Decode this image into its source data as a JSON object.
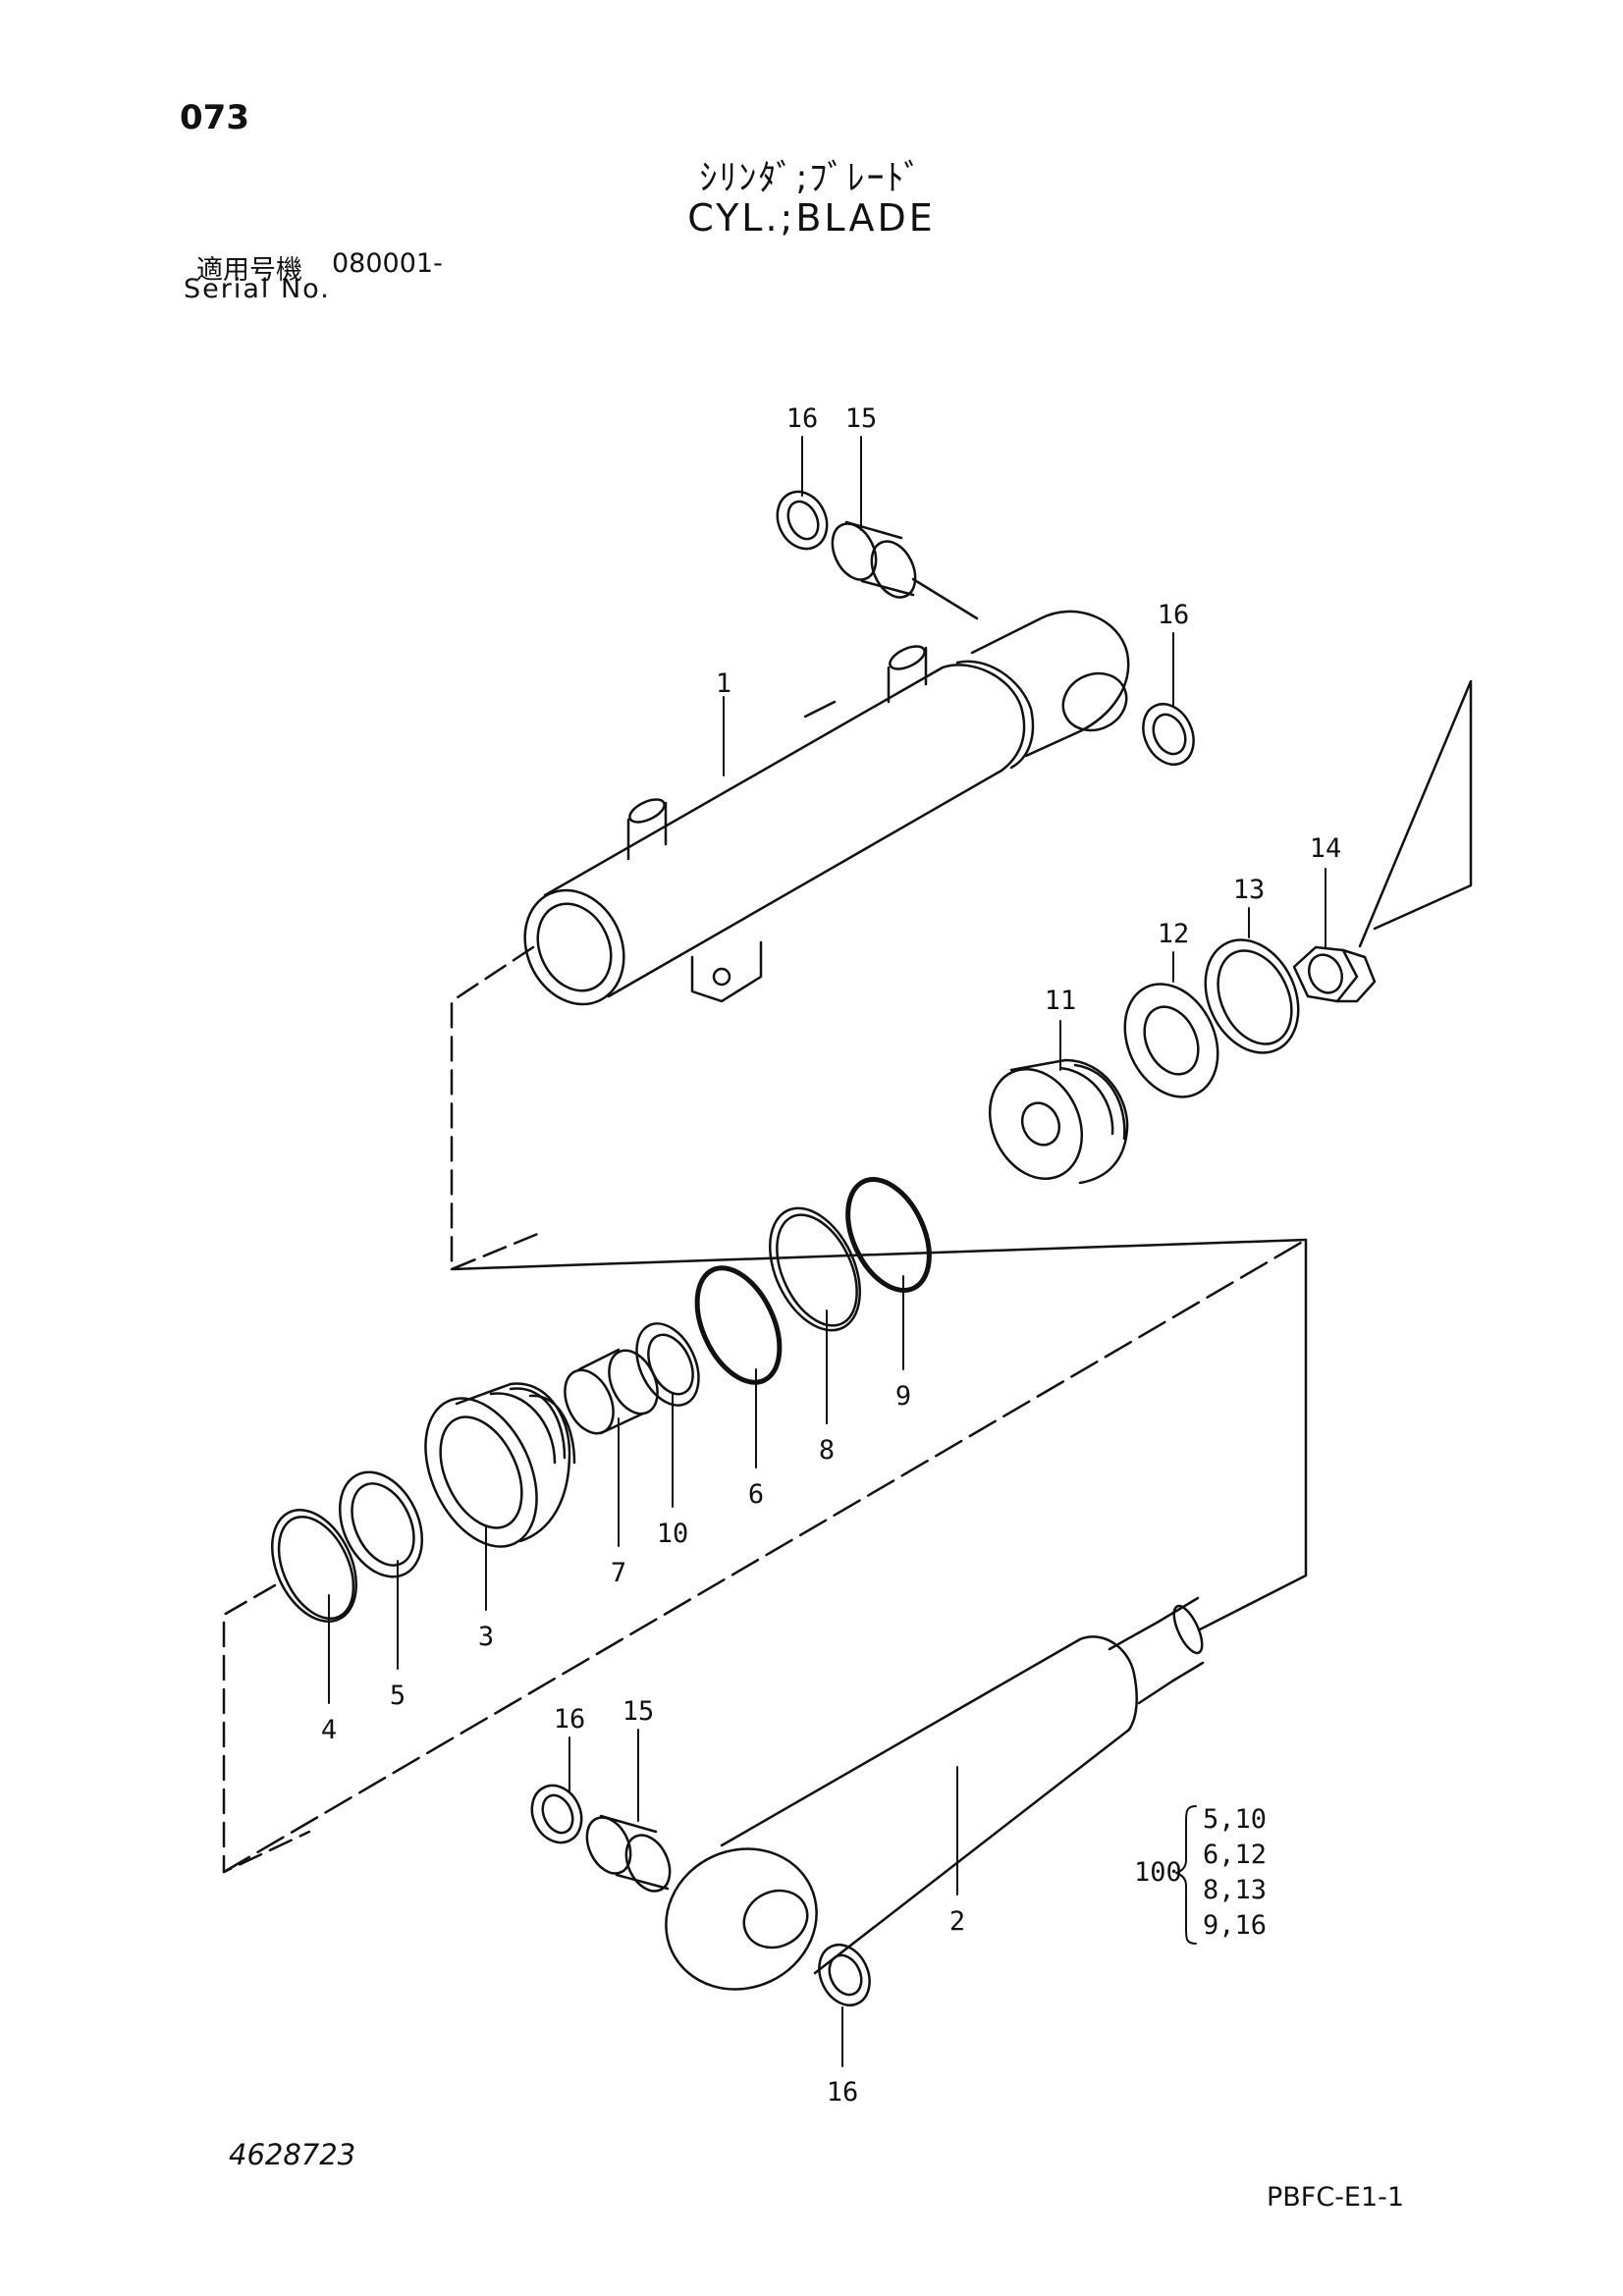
{
  "header": {
    "page_number": "073",
    "title_jp": "ｼﾘﾝﾀﾞ;ﾌﾞﾚｰﾄﾞ",
    "title_en": "CYL.;BLADE",
    "serial_label_jp": "適用号機",
    "serial_value": "080001-",
    "serial_label_en": "Serial No."
  },
  "callouts": {
    "c1": "1",
    "c2": "2",
    "c3": "3",
    "c4": "4",
    "c5": "5",
    "c6": "6",
    "c7": "7",
    "c8": "8",
    "c9": "9",
    "c10": "10",
    "c11": "11",
    "c12": "12",
    "c13": "13",
    "c14": "14",
    "c15_top": "15",
    "c16_top": "16",
    "c16_eye": "16",
    "c15_bottom": "15",
    "c16_bottom_left": "16",
    "c16_bottom": "16"
  },
  "kit": {
    "number": "100",
    "items": [
      "5,10",
      "6,12",
      "8,13",
      "9,16"
    ]
  },
  "footer": {
    "drawing_number": "4628723",
    "sheet_code": "PBFC-E1-1"
  }
}
